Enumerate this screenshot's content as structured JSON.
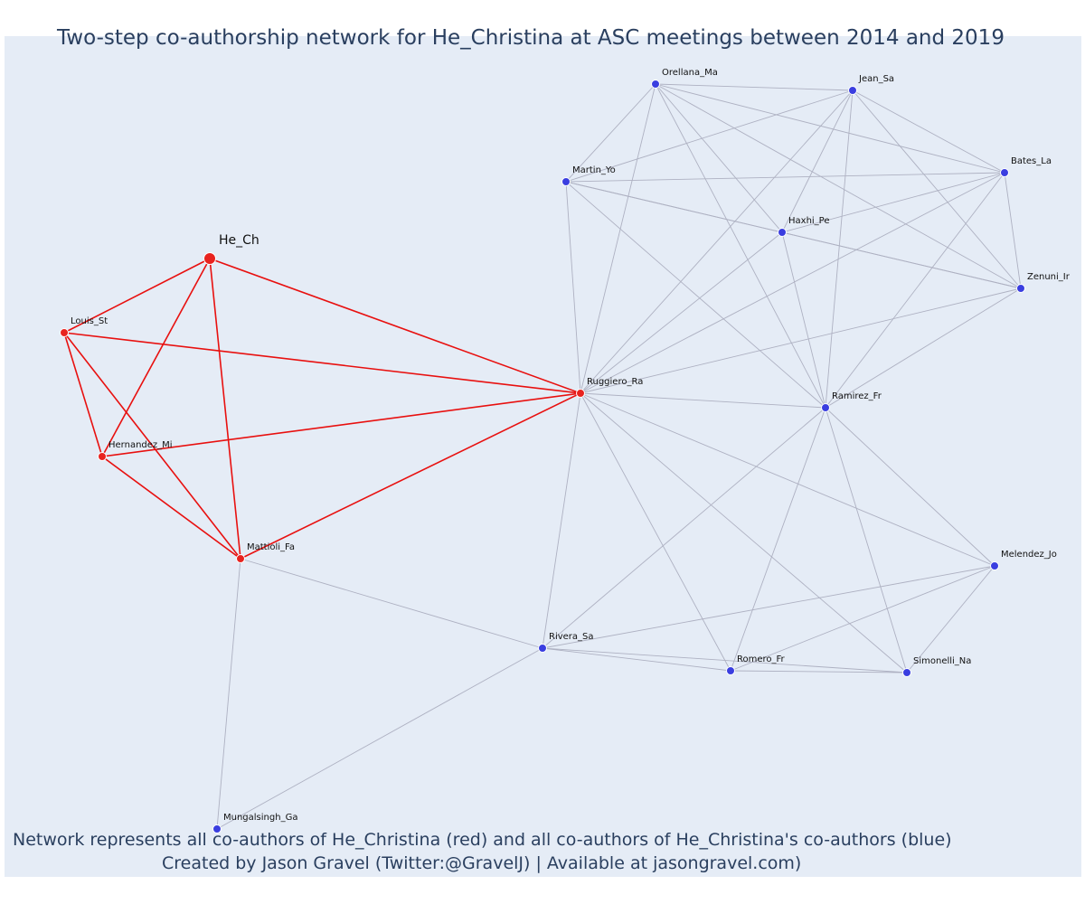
{
  "title": "Two-step co-authorship network for He_Christina at ASC meetings between 2014 and 2019",
  "notes": {
    "line1": "Network represents all co-authors of He_Christina (red) and all co-authors of He_Christina's co-authors (blue)",
    "line2": "Created by Jason Gravel (Twitter:@GravelJ) | Available at jasongravel.com)"
  },
  "colors": {
    "plot_background": "#e5ecf6",
    "red_node": "#e8231f",
    "blue_node": "#3a3ee0",
    "red_edge": "#e8100f",
    "grey_edge": "#aeb1c2",
    "title_text": "#2a3f5f"
  },
  "chart_data": {
    "type": "network",
    "nodes": [
      {
        "id": "He_Ch",
        "label": "He_Ch",
        "group": "red",
        "focal": true
      },
      {
        "id": "Louis_St",
        "label": "Louis_St",
        "group": "red"
      },
      {
        "id": "Hernandez_Mi",
        "label": "Hernandez_Mi",
        "group": "red"
      },
      {
        "id": "Mattioli_Fa",
        "label": "Mattioli_Fa",
        "group": "red"
      },
      {
        "id": "Ruggiero_Ra",
        "label": "Ruggiero_Ra",
        "group": "red"
      },
      {
        "id": "Orellana_Ma",
        "label": "Orellana_Ma",
        "group": "blue"
      },
      {
        "id": "Jean_Sa",
        "label": "Jean_Sa",
        "group": "blue"
      },
      {
        "id": "Bates_La",
        "label": "Bates_La",
        "group": "blue"
      },
      {
        "id": "Martin_Yo",
        "label": "Martin_Yo",
        "group": "blue"
      },
      {
        "id": "Haxhi_Pe",
        "label": "Haxhi_Pe",
        "group": "blue"
      },
      {
        "id": "Zenuni_Ir",
        "label": "Zenuni_Ir",
        "group": "blue"
      },
      {
        "id": "Ramirez_Fr",
        "label": "Ramirez_Fr",
        "group": "blue"
      },
      {
        "id": "Melendez_Jo",
        "label": "Melendez_Jo",
        "group": "blue"
      },
      {
        "id": "Rivera_Sa",
        "label": "Rivera_Sa",
        "group": "blue"
      },
      {
        "id": "Romero_Fr",
        "label": "Romero_Fr",
        "group": "blue"
      },
      {
        "id": "Simonelli_Na",
        "label": "Simonelli_Na",
        "group": "blue"
      },
      {
        "id": "Mungalsingh_Ga",
        "label": "Mungalsingh_Ga",
        "group": "blue"
      }
    ],
    "edges": [
      [
        "He_Ch",
        "Louis_St"
      ],
      [
        "He_Ch",
        "Hernandez_Mi"
      ],
      [
        "He_Ch",
        "Mattioli_Fa"
      ],
      [
        "He_Ch",
        "Ruggiero_Ra"
      ],
      [
        "Louis_St",
        "Hernandez_Mi"
      ],
      [
        "Louis_St",
        "Mattioli_Fa"
      ],
      [
        "Louis_St",
        "Ruggiero_Ra"
      ],
      [
        "Hernandez_Mi",
        "Mattioli_Fa"
      ],
      [
        "Hernandez_Mi",
        "Ruggiero_Ra"
      ],
      [
        "Mattioli_Fa",
        "Ruggiero_Ra"
      ],
      [
        "Mattioli_Fa",
        "Rivera_Sa"
      ],
      [
        "Mattioli_Fa",
        "Mungalsingh_Ga"
      ],
      [
        "Ruggiero_Ra",
        "Orellana_Ma"
      ],
      [
        "Ruggiero_Ra",
        "Jean_Sa"
      ],
      [
        "Ruggiero_Ra",
        "Bates_La"
      ],
      [
        "Ruggiero_Ra",
        "Martin_Yo"
      ],
      [
        "Ruggiero_Ra",
        "Haxhi_Pe"
      ],
      [
        "Ruggiero_Ra",
        "Zenuni_Ir"
      ],
      [
        "Ruggiero_Ra",
        "Ramirez_Fr"
      ],
      [
        "Ruggiero_Ra",
        "Melendez_Jo"
      ],
      [
        "Ruggiero_Ra",
        "Rivera_Sa"
      ],
      [
        "Ruggiero_Ra",
        "Romero_Fr"
      ],
      [
        "Ruggiero_Ra",
        "Simonelli_Na"
      ],
      [
        "Orellana_Ma",
        "Jean_Sa"
      ],
      [
        "Orellana_Ma",
        "Bates_La"
      ],
      [
        "Orellana_Ma",
        "Martin_Yo"
      ],
      [
        "Orellana_Ma",
        "Haxhi_Pe"
      ],
      [
        "Orellana_Ma",
        "Zenuni_Ir"
      ],
      [
        "Orellana_Ma",
        "Ramirez_Fr"
      ],
      [
        "Jean_Sa",
        "Bates_La"
      ],
      [
        "Jean_Sa",
        "Martin_Yo"
      ],
      [
        "Jean_Sa",
        "Haxhi_Pe"
      ],
      [
        "Jean_Sa",
        "Zenuni_Ir"
      ],
      [
        "Jean_Sa",
        "Ramirez_Fr"
      ],
      [
        "Bates_La",
        "Martin_Yo"
      ],
      [
        "Bates_La",
        "Haxhi_Pe"
      ],
      [
        "Bates_La",
        "Zenuni_Ir"
      ],
      [
        "Bates_La",
        "Ramirez_Fr"
      ],
      [
        "Martin_Yo",
        "Haxhi_Pe"
      ],
      [
        "Martin_Yo",
        "Zenuni_Ir"
      ],
      [
        "Martin_Yo",
        "Ramirez_Fr"
      ],
      [
        "Haxhi_Pe",
        "Zenuni_Ir"
      ],
      [
        "Haxhi_Pe",
        "Ramirez_Fr"
      ],
      [
        "Zenuni_Ir",
        "Ramirez_Fr"
      ],
      [
        "Ramirez_Fr",
        "Melendez_Jo"
      ],
      [
        "Ramirez_Fr",
        "Rivera_Sa"
      ],
      [
        "Ramirez_Fr",
        "Romero_Fr"
      ],
      [
        "Ramirez_Fr",
        "Simonelli_Na"
      ],
      [
        "Melendez_Jo",
        "Rivera_Sa"
      ],
      [
        "Melendez_Jo",
        "Romero_Fr"
      ],
      [
        "Melendez_Jo",
        "Simonelli_Na"
      ],
      [
        "Rivera_Sa",
        "Romero_Fr"
      ],
      [
        "Rivera_Sa",
        "Simonelli_Na"
      ],
      [
        "Rivera_Sa",
        "Mungalsingh_Ga"
      ],
      [
        "Romero_Fr",
        "Simonelli_Na"
      ]
    ]
  }
}
